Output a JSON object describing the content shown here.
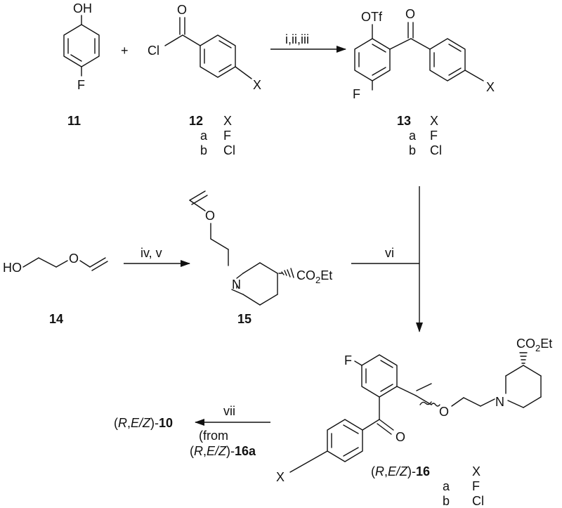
{
  "compounds": {
    "c11": {
      "number": "11",
      "groups": {
        "top": "OH",
        "bottom": "F"
      }
    },
    "c12": {
      "number": "12",
      "groups": {
        "acyl_cl": "Cl",
        "carbonyl_o": "O",
        "para": "X"
      },
      "table": {
        "header": "X",
        "rows": [
          {
            "letter": "a",
            "value": "F"
          },
          {
            "letter": "b",
            "value": "Cl"
          }
        ]
      }
    },
    "c13": {
      "number": "13",
      "groups": {
        "triflate": "OTf",
        "carbonyl_o": "O",
        "ring_f": "F",
        "para": "X"
      },
      "table": {
        "header": "X",
        "rows": [
          {
            "letter": "a",
            "value": "F"
          },
          {
            "letter": "b",
            "value": "Cl"
          }
        ]
      }
    },
    "c14": {
      "number": "14",
      "groups": {
        "hydroxyl": "HO",
        "ether_o": "O"
      }
    },
    "c15": {
      "number": "15",
      "groups": {
        "ether_o": "O",
        "n": "N",
        "ester": "CO",
        "ester_sub": "2",
        "ester_tail": "Et"
      }
    },
    "c16": {
      "prefix_open": "(",
      "prefix_r": "R",
      "prefix_comma": ",",
      "prefix_ez": "E/Z",
      "prefix_close": ")-",
      "number": "16",
      "groups": {
        "ring_f": "F",
        "ether_o": "O",
        "n": "N",
        "ester": "CO",
        "ester_sub": "2",
        "ester_tail": "Et",
        "carbonyl_o": "O",
        "para": "X"
      },
      "table": {
        "header": "X",
        "rows": [
          {
            "letter": "a",
            "value": "F"
          },
          {
            "letter": "b",
            "value": "Cl"
          }
        ]
      }
    }
  },
  "plus_sign": "+",
  "reagents": {
    "step1": "i,ii,iii",
    "step2": "iv, v",
    "step3": "vi",
    "step4": "vii"
  },
  "product10": {
    "open": "(",
    "r": "R",
    "comma": ",",
    "ez": "E/Z",
    "close": ")-",
    "number": "10"
  },
  "from_note": {
    "line1": "(from",
    "open": "(",
    "r": "R",
    "comma": ",",
    "ez": "E/Z",
    "close": ")-",
    "number": "16a"
  }
}
